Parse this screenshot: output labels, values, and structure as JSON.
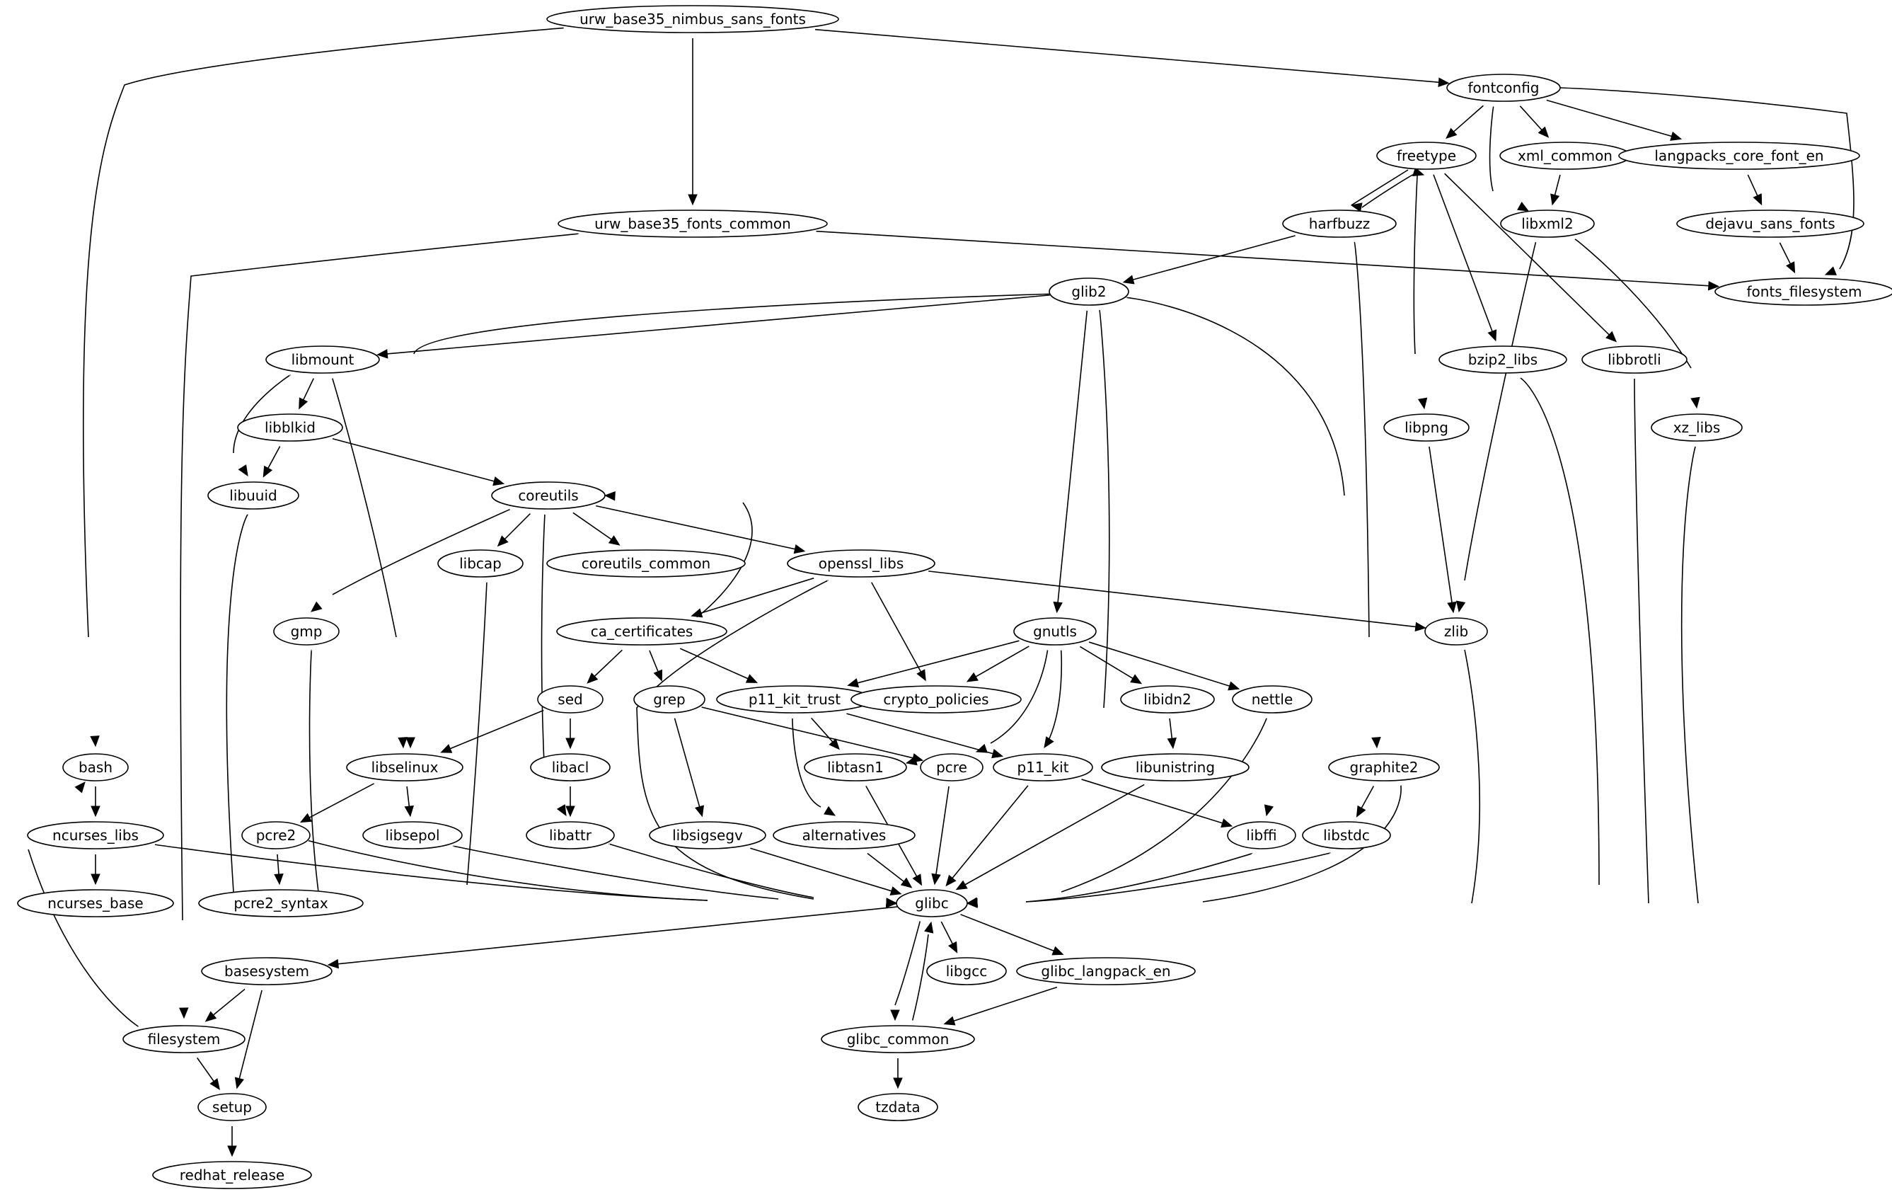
{
  "graph": {
    "nodes": [
      {
        "id": "urw_base35_nimbus_sans_fonts",
        "label": "urw_base35_nimbus_sans_fonts"
      },
      {
        "id": "fontconfig",
        "label": "fontconfig"
      },
      {
        "id": "freetype",
        "label": "freetype"
      },
      {
        "id": "xml_common",
        "label": "xml_common"
      },
      {
        "id": "langpacks_core_font_en",
        "label": "langpacks_core_font_en"
      },
      {
        "id": "urw_base35_fonts_common",
        "label": "urw_base35_fonts_common"
      },
      {
        "id": "harfbuzz",
        "label": "harfbuzz"
      },
      {
        "id": "libxml2",
        "label": "libxml2"
      },
      {
        "id": "dejavu_sans_fonts",
        "label": "dejavu_sans_fonts"
      },
      {
        "id": "glib2",
        "label": "glib2"
      },
      {
        "id": "fonts_filesystem",
        "label": "fonts_filesystem"
      },
      {
        "id": "libmount",
        "label": "libmount"
      },
      {
        "id": "bzip2_libs",
        "label": "bzip2_libs"
      },
      {
        "id": "libbrotli",
        "label": "libbrotli"
      },
      {
        "id": "libblkid",
        "label": "libblkid"
      },
      {
        "id": "libpng",
        "label": "libpng"
      },
      {
        "id": "xz_libs",
        "label": "xz_libs"
      },
      {
        "id": "libuuid",
        "label": "libuuid"
      },
      {
        "id": "coreutils",
        "label": "coreutils"
      },
      {
        "id": "libcap",
        "label": "libcap"
      },
      {
        "id": "coreutils_common",
        "label": "coreutils_common"
      },
      {
        "id": "openssl_libs",
        "label": "openssl_libs"
      },
      {
        "id": "gmp",
        "label": "gmp"
      },
      {
        "id": "ca_certificates",
        "label": "ca_certificates"
      },
      {
        "id": "gnutls",
        "label": "gnutls"
      },
      {
        "id": "zlib",
        "label": "zlib"
      },
      {
        "id": "sed",
        "label": "sed"
      },
      {
        "id": "grep",
        "label": "grep"
      },
      {
        "id": "p11_kit_trust",
        "label": "p11_kit_trust"
      },
      {
        "id": "crypto_policies",
        "label": "crypto_policies"
      },
      {
        "id": "libidn2",
        "label": "libidn2"
      },
      {
        "id": "nettle",
        "label": "nettle"
      },
      {
        "id": "bash",
        "label": "bash"
      },
      {
        "id": "libselinux",
        "label": "libselinux"
      },
      {
        "id": "libacl",
        "label": "libacl"
      },
      {
        "id": "libtasn1",
        "label": "libtasn1"
      },
      {
        "id": "pcre",
        "label": "pcre"
      },
      {
        "id": "p11_kit",
        "label": "p11_kit"
      },
      {
        "id": "libunistring",
        "label": "libunistring"
      },
      {
        "id": "graphite2",
        "label": "graphite2"
      },
      {
        "id": "ncurses_libs",
        "label": "ncurses_libs"
      },
      {
        "id": "pcre2",
        "label": "pcre2"
      },
      {
        "id": "libsepol",
        "label": "libsepol"
      },
      {
        "id": "libattr",
        "label": "libattr"
      },
      {
        "id": "libsigsegv",
        "label": "libsigsegv"
      },
      {
        "id": "alternatives",
        "label": "alternatives"
      },
      {
        "id": "libffi",
        "label": "libffi"
      },
      {
        "id": "libstdc",
        "label": "libstdc"
      },
      {
        "id": "ncurses_base",
        "label": "ncurses_base"
      },
      {
        "id": "pcre2_syntax",
        "label": "pcre2_syntax"
      },
      {
        "id": "glibc",
        "label": "glibc"
      },
      {
        "id": "basesystem",
        "label": "basesystem"
      },
      {
        "id": "libgcc",
        "label": "libgcc"
      },
      {
        "id": "glibc_langpack_en",
        "label": "glibc_langpack_en"
      },
      {
        "id": "filesystem",
        "label": "filesystem"
      },
      {
        "id": "glibc_common",
        "label": "glibc_common"
      },
      {
        "id": "setup",
        "label": "setup"
      },
      {
        "id": "tzdata",
        "label": "tzdata"
      },
      {
        "id": "redhat_release",
        "label": "redhat_release"
      }
    ],
    "edges": [
      {
        "from": "urw_base35_nimbus_sans_fonts",
        "to": "bash"
      },
      {
        "from": "urw_base35_nimbus_sans_fonts",
        "to": "urw_base35_fonts_common"
      },
      {
        "from": "urw_base35_nimbus_sans_fonts",
        "to": "fontconfig"
      },
      {
        "from": "fontconfig",
        "to": "freetype"
      },
      {
        "from": "fontconfig",
        "to": "xml_common"
      },
      {
        "from": "fontconfig",
        "to": "langpacks_core_font_en"
      },
      {
        "from": "fontconfig",
        "to": "libxml2"
      },
      {
        "from": "fontconfig",
        "to": "fonts_filesystem"
      },
      {
        "from": "freetype",
        "to": "harfbuzz"
      },
      {
        "from": "harfbuzz",
        "to": "freetype"
      },
      {
        "from": "freetype",
        "to": "bzip2_libs"
      },
      {
        "from": "freetype",
        "to": "libbrotli"
      },
      {
        "from": "freetype",
        "to": "libpng"
      },
      {
        "from": "xml_common",
        "to": "libxml2"
      },
      {
        "from": "langpacks_core_font_en",
        "to": "dejavu_sans_fonts"
      },
      {
        "from": "dejavu_sans_fonts",
        "to": "fonts_filesystem"
      },
      {
        "from": "urw_base35_fonts_common",
        "to": "fonts_filesystem"
      },
      {
        "from": "urw_base35_fonts_common",
        "to": "filesystem"
      },
      {
        "from": "harfbuzz",
        "to": "glib2"
      },
      {
        "from": "harfbuzz",
        "to": "graphite2"
      },
      {
        "from": "libxml2",
        "to": "xz_libs"
      },
      {
        "from": "libxml2",
        "to": "zlib"
      },
      {
        "from": "glib2",
        "to": "libmount"
      },
      {
        "from": "glib2",
        "to": "libselinux"
      },
      {
        "from": "glib2",
        "to": "gnutls"
      },
      {
        "from": "glib2",
        "to": "pcre"
      },
      {
        "from": "glib2",
        "to": "libffi"
      },
      {
        "from": "libmount",
        "to": "libblkid"
      },
      {
        "from": "libmount",
        "to": "libuuid"
      },
      {
        "from": "libmount",
        "to": "libselinux"
      },
      {
        "from": "libblkid",
        "to": "libuuid"
      },
      {
        "from": "libblkid",
        "to": "coreutils"
      },
      {
        "from": "libpng",
        "to": "zlib"
      },
      {
        "from": "coreutils",
        "to": "libcap"
      },
      {
        "from": "coreutils",
        "to": "coreutils_common"
      },
      {
        "from": "coreutils",
        "to": "openssl_libs"
      },
      {
        "from": "coreutils",
        "to": "gmp"
      },
      {
        "from": "coreutils",
        "to": "libattr"
      },
      {
        "from": "ca_certificates",
        "to": "coreutils"
      },
      {
        "from": "openssl_libs",
        "to": "ca_certificates"
      },
      {
        "from": "openssl_libs",
        "to": "crypto_policies"
      },
      {
        "from": "openssl_libs",
        "to": "zlib"
      },
      {
        "from": "openssl_libs",
        "to": "glibc"
      },
      {
        "from": "ca_certificates",
        "to": "sed"
      },
      {
        "from": "ca_certificates",
        "to": "grep"
      },
      {
        "from": "ca_certificates",
        "to": "p11_kit_trust"
      },
      {
        "from": "gnutls",
        "to": "p11_kit_trust"
      },
      {
        "from": "gnutls",
        "to": "crypto_policies"
      },
      {
        "from": "gnutls",
        "to": "libidn2"
      },
      {
        "from": "gnutls",
        "to": "nettle"
      },
      {
        "from": "gnutls",
        "to": "libtasn1"
      },
      {
        "from": "gnutls",
        "to": "p11_kit"
      },
      {
        "from": "sed",
        "to": "libselinux"
      },
      {
        "from": "sed",
        "to": "libacl"
      },
      {
        "from": "grep",
        "to": "pcre"
      },
      {
        "from": "grep",
        "to": "libsigsegv"
      },
      {
        "from": "p11_kit_trust",
        "to": "libtasn1"
      },
      {
        "from": "p11_kit_trust",
        "to": "p11_kit"
      },
      {
        "from": "p11_kit_trust",
        "to": "alternatives"
      },
      {
        "from": "libidn2",
        "to": "libunistring"
      },
      {
        "from": "libacl",
        "to": "libattr"
      },
      {
        "from": "libselinux",
        "to": "pcre2"
      },
      {
        "from": "libselinux",
        "to": "libsepol"
      },
      {
        "from": "bash",
        "to": "ncurses_libs"
      },
      {
        "from": "ncurses_libs",
        "to": "ncurses_base"
      },
      {
        "from": "pcre2",
        "to": "pcre2_syntax"
      },
      {
        "from": "graphite2",
        "to": "libstdc"
      },
      {
        "from": "p11_kit",
        "to": "libffi"
      },
      {
        "from": "filesystem",
        "to": "bash"
      },
      {
        "from": "glibc",
        "to": "basesystem"
      },
      {
        "from": "glibc",
        "to": "libgcc"
      },
      {
        "from": "glibc",
        "to": "glibc_langpack_en"
      },
      {
        "from": "glibc",
        "to": "glibc_common"
      },
      {
        "from": "glibc_common",
        "to": "glibc"
      },
      {
        "from": "glibc_langpack_en",
        "to": "glibc_common"
      },
      {
        "from": "glibc_common",
        "to": "tzdata"
      },
      {
        "from": "basesystem",
        "to": "filesystem"
      },
      {
        "from": "basesystem",
        "to": "setup"
      },
      {
        "from": "filesystem",
        "to": "setup"
      },
      {
        "from": "setup",
        "to": "redhat_release"
      },
      {
        "from": "ncurses_libs",
        "to": "glibc"
      },
      {
        "from": "pcre2",
        "to": "glibc"
      },
      {
        "from": "libsepol",
        "to": "glibc"
      },
      {
        "from": "libattr",
        "to": "glibc"
      },
      {
        "from": "libsigsegv",
        "to": "glibc"
      },
      {
        "from": "alternatives",
        "to": "glibc"
      },
      {
        "from": "libtasn1",
        "to": "glibc"
      },
      {
        "from": "pcre",
        "to": "glibc"
      },
      {
        "from": "p11_kit",
        "to": "glibc"
      },
      {
        "from": "libunistring",
        "to": "glibc"
      },
      {
        "from": "nettle",
        "to": "glibc"
      },
      {
        "from": "libffi",
        "to": "glibc"
      },
      {
        "from": "libstdc",
        "to": "glibc"
      },
      {
        "from": "graphite2",
        "to": "glibc"
      },
      {
        "from": "zlib",
        "to": "glibc"
      },
      {
        "from": "bzip2_libs",
        "to": "glibc"
      },
      {
        "from": "libbrotli",
        "to": "glibc"
      },
      {
        "from": "xz_libs",
        "to": "glibc"
      },
      {
        "from": "libuuid",
        "to": "glibc"
      },
      {
        "from": "gmp",
        "to": "glibc"
      },
      {
        "from": "libcap",
        "to": "glibc"
      }
    ]
  }
}
